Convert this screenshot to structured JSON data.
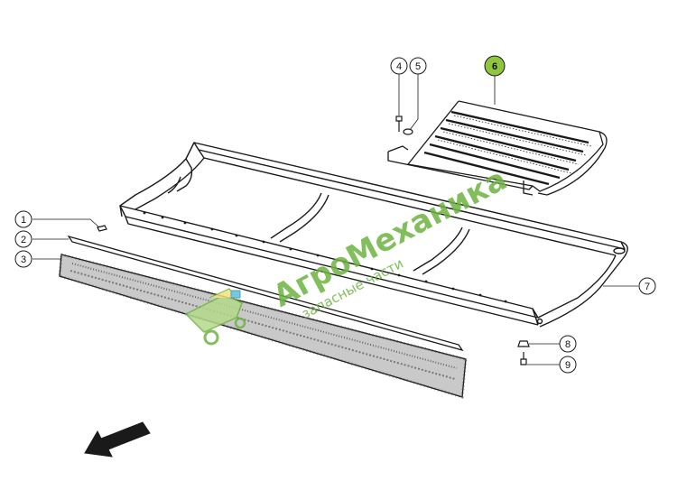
{
  "callouts": [
    {
      "id": "1",
      "label": "1",
      "highlighted": false
    },
    {
      "id": "2",
      "label": "2",
      "highlighted": false
    },
    {
      "id": "3",
      "label": "3",
      "highlighted": false
    },
    {
      "id": "4",
      "label": "4",
      "highlighted": false
    },
    {
      "id": "5",
      "label": "5",
      "highlighted": false
    },
    {
      "id": "6",
      "label": "6",
      "highlighted": true
    },
    {
      "id": "7",
      "label": "7",
      "highlighted": false
    },
    {
      "id": "8",
      "label": "8",
      "highlighted": false
    },
    {
      "id": "9",
      "label": "9",
      "highlighted": false
    }
  ],
  "watermark": {
    "brand": "АгроМеханика",
    "tagline": "запасные части"
  },
  "colors": {
    "line": "#1a1a1a",
    "highlight": "#8ec63f",
    "watermark_green": "#6db33f",
    "watermark_light": "#b5d98a"
  },
  "icons": {
    "direction": "arrow-down-left-icon",
    "logo": "tractor-logo-icon"
  }
}
